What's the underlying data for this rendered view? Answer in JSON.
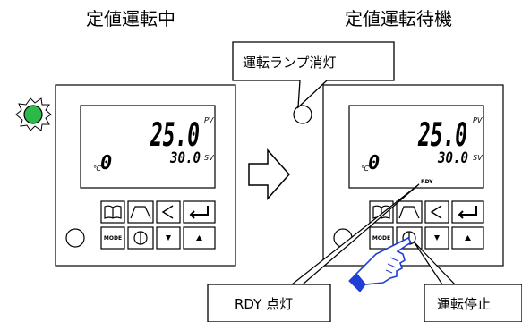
{
  "titles": {
    "left": "定値運転中",
    "right": "定値運転待機"
  },
  "callouts": {
    "lamp_off": "運転ランプ消灯",
    "rdy_on": "RDY 点灯",
    "run_stop": "運転停止"
  },
  "display": {
    "pv_value": "25.0",
    "pv_label": "PV",
    "sv_value": "30.0",
    "sv_label": "SV",
    "unit": "℃",
    "step": "0",
    "rdy": "RDY"
  },
  "buttons": {
    "mode": "MODE"
  },
  "colors": {
    "run_lamp_on": "#2db84a",
    "hand_pointer": "#1f3fd6"
  }
}
